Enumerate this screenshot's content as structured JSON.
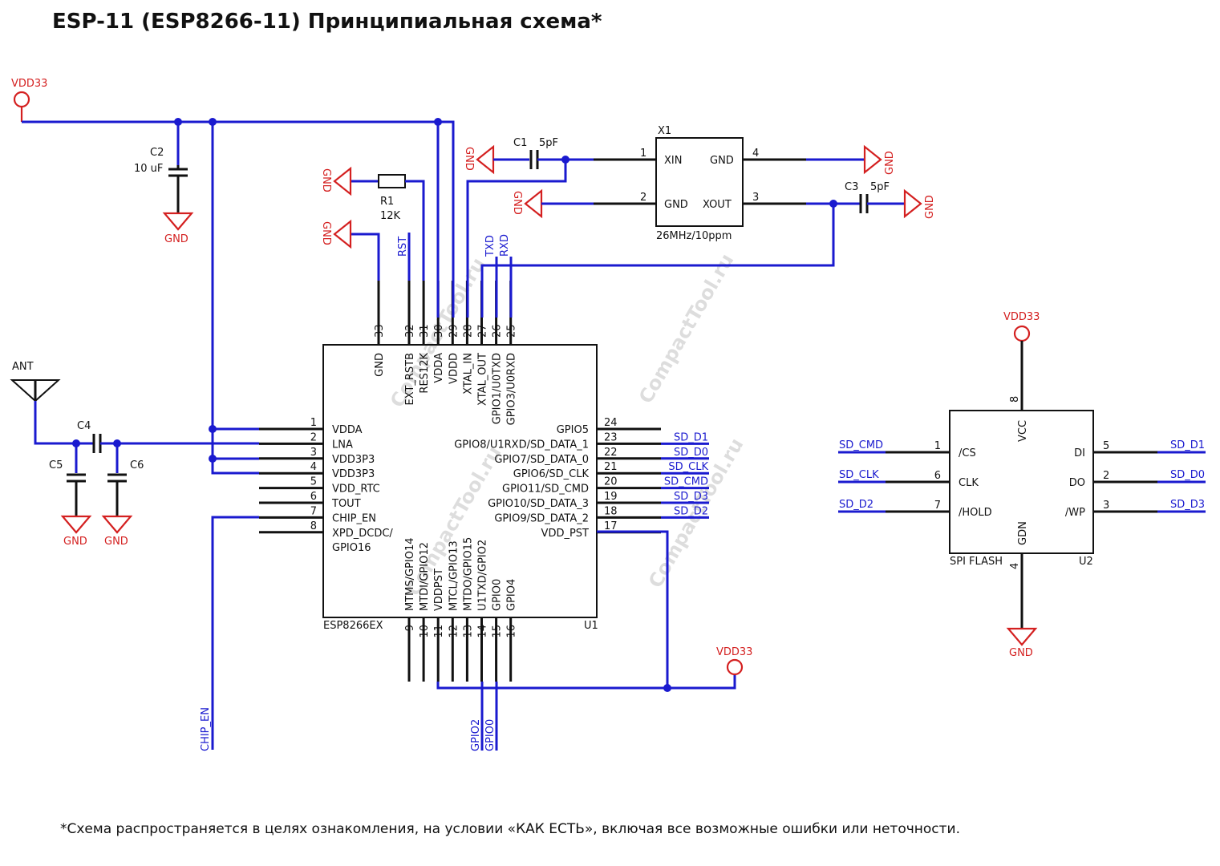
{
  "title": "ESP-11 (ESP8266-11) Принципиальная схема*",
  "footnote": "*Схема распространяется в целях ознакомления, на условии «КАК ЕСТЬ», включая все возможные ошибки или неточности.",
  "colors": {
    "wire": "#1a1acf",
    "power": "#d42020",
    "pin": "#111111"
  },
  "watermark": "CompactTool.ru",
  "u1": {
    "ref": "U1",
    "part": "ESP8266EX",
    "left_pins": [
      {
        "num": "1",
        "name": "VDDA"
      },
      {
        "num": "2",
        "name": "LNA"
      },
      {
        "num": "3",
        "name": "VDD3P3"
      },
      {
        "num": "4",
        "name": "VDD3P3"
      },
      {
        "num": "5",
        "name": "VDD_RTC"
      },
      {
        "num": "6",
        "name": "TOUT"
      },
      {
        "num": "7",
        "name": "CHIP_EN"
      },
      {
        "num": "8",
        "name": "XPD_DCDC/"
      }
    ],
    "left_pin8_line2": "GPIO16",
    "right_pins": [
      {
        "num": "24",
        "name": "GPIO5",
        "net": ""
      },
      {
        "num": "23",
        "name": "GPIO8/U1RXD/SD_DATA_1",
        "net": "SD_D1"
      },
      {
        "num": "22",
        "name": "GPIO7/SD_DATA_0",
        "net": "SD_D0"
      },
      {
        "num": "21",
        "name": "GPIO6/SD_CLK",
        "net": "SD_CLK"
      },
      {
        "num": "20",
        "name": "GPIO11/SD_CMD",
        "net": "SD_CMD"
      },
      {
        "num": "19",
        "name": "GPIO10/SD_DATA_3",
        "net": "SD_D3"
      },
      {
        "num": "18",
        "name": "GPIO9/SD_DATA_2",
        "net": "SD_D2"
      },
      {
        "num": "17",
        "name": "VDD_PST",
        "net": ""
      }
    ],
    "top_pins": [
      {
        "num": "33",
        "name": "GND"
      },
      {
        "num": "32",
        "name": "EXT_RSTB"
      },
      {
        "num": "31",
        "name": "RES12K"
      },
      {
        "num": "30",
        "name": "VDDA"
      },
      {
        "num": "29",
        "name": "VDDD"
      },
      {
        "num": "28",
        "name": "XTAL_IN"
      },
      {
        "num": "27",
        "name": "XTAL_OUT"
      },
      {
        "num": "26",
        "name": "GPIO1/U0TXD"
      },
      {
        "num": "25",
        "name": "GPIO3/U0RXD"
      }
    ],
    "bottom_pins": [
      {
        "num": "9",
        "name": "MTMS/GPIO14"
      },
      {
        "num": "10",
        "name": "MTDI/GPIO12"
      },
      {
        "num": "11",
        "name": "VDDPST"
      },
      {
        "num": "12",
        "name": "MTCL/GPIO13"
      },
      {
        "num": "13",
        "name": "MTDO/GPIO15"
      },
      {
        "num": "14",
        "name": "U1TXD/GPIO2"
      },
      {
        "num": "15",
        "name": "GPIO0"
      },
      {
        "num": "16",
        "name": "GPIO4"
      }
    ]
  },
  "u2": {
    "ref": "U2",
    "part": "SPI FLASH",
    "left_pins": [
      {
        "num": "1",
        "name": "/CS",
        "net": "SD_CMD"
      },
      {
        "num": "6",
        "name": "CLK",
        "net": "SD_CLK"
      },
      {
        "num": "7",
        "name": "/HOLD",
        "net": "SD_D2"
      }
    ],
    "right_pins": [
      {
        "num": "5",
        "name": "DI",
        "net": "SD_D1"
      },
      {
        "num": "2",
        "name": "DO",
        "net": "SD_D0"
      },
      {
        "num": "3",
        "name": "/WP",
        "net": "SD_D3"
      }
    ],
    "top_pin": {
      "num": "8",
      "name": "VCC"
    },
    "bottom_pin": {
      "num": "4",
      "name": "GDN"
    }
  },
  "x1": {
    "ref": "X1",
    "value": "26MHz/10ppm",
    "pins": [
      {
        "num": "1",
        "name": "XIN"
      },
      {
        "num": "2",
        "name": "GND"
      },
      {
        "num": "4",
        "name": "GND"
      },
      {
        "num": "3",
        "name": "XOUT"
      }
    ]
  },
  "components": {
    "c1": {
      "ref": "C1",
      "value": "5pF"
    },
    "c2": {
      "ref": "C2",
      "value": "10 uF"
    },
    "c3": {
      "ref": "C3",
      "value": "5pF"
    },
    "c4": {
      "ref": "C4"
    },
    "c5": {
      "ref": "C5"
    },
    "c6": {
      "ref": "C6"
    },
    "r1": {
      "ref": "R1",
      "value": "12K"
    }
  },
  "nets": {
    "vdd33": "VDD33",
    "gnd": "GND",
    "ant": "ANT",
    "rst": "RST",
    "txd": "TXD",
    "rxd": "RXD",
    "chip_en": "CHIP_EN",
    "gpio2": "GPIO2",
    "gpio0": "GPIO0"
  }
}
